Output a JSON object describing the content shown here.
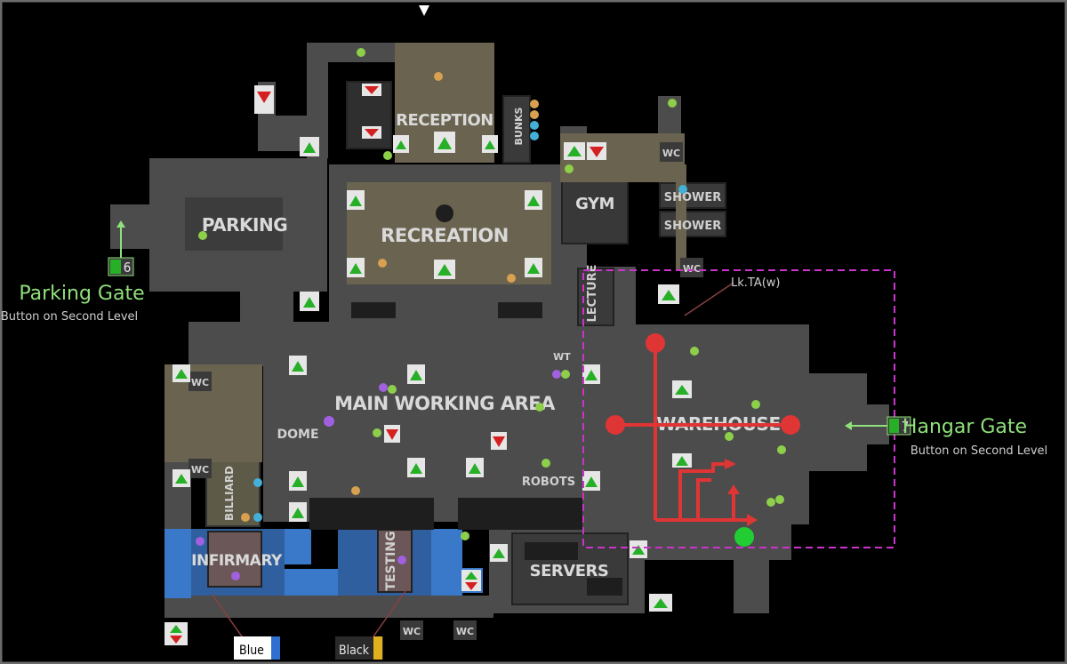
{
  "rooms": {
    "reception": "RECEPTION",
    "bunks": "BUNKS",
    "gym": "GYM",
    "shower1": "SHOWER",
    "shower2": "SHOWER",
    "parking": "PARKING",
    "recreation": "RECREATION",
    "lecture": "LECTURE",
    "main_working_area": "MAIN WORKING AREA",
    "dome": "DOME",
    "wt": "WT",
    "robots": "ROBOTS",
    "warehouse": "WAREHOUSE",
    "billiard": "BILLIARD",
    "infirmary": "INFIRMARY",
    "testing": "TESTING",
    "servers": "SERVERS",
    "wc": "WC"
  },
  "gates": {
    "parking": {
      "title": "Parking Gate",
      "subtitle": "Button on Second Level",
      "number": "6"
    },
    "hangar": {
      "title": "Hangar Gate",
      "subtitle": "Button on Second Level",
      "number": "7"
    }
  },
  "lock_label": "Lk.TA(w)",
  "keycards": {
    "blue": "Blue",
    "black": "Black"
  },
  "colors": {
    "background": "#000000",
    "floor": "#4a4a4a",
    "wall": "#2e2e2e",
    "room_dark": "#3a3a3a",
    "olive": "#6a6450",
    "blue_zone": "#3a78c9",
    "route": "#e03535",
    "highlight": "#cc33cc",
    "arrow_green": "#27b027",
    "arrow_red": "#d42020",
    "gate_green": "#8fe07a"
  }
}
